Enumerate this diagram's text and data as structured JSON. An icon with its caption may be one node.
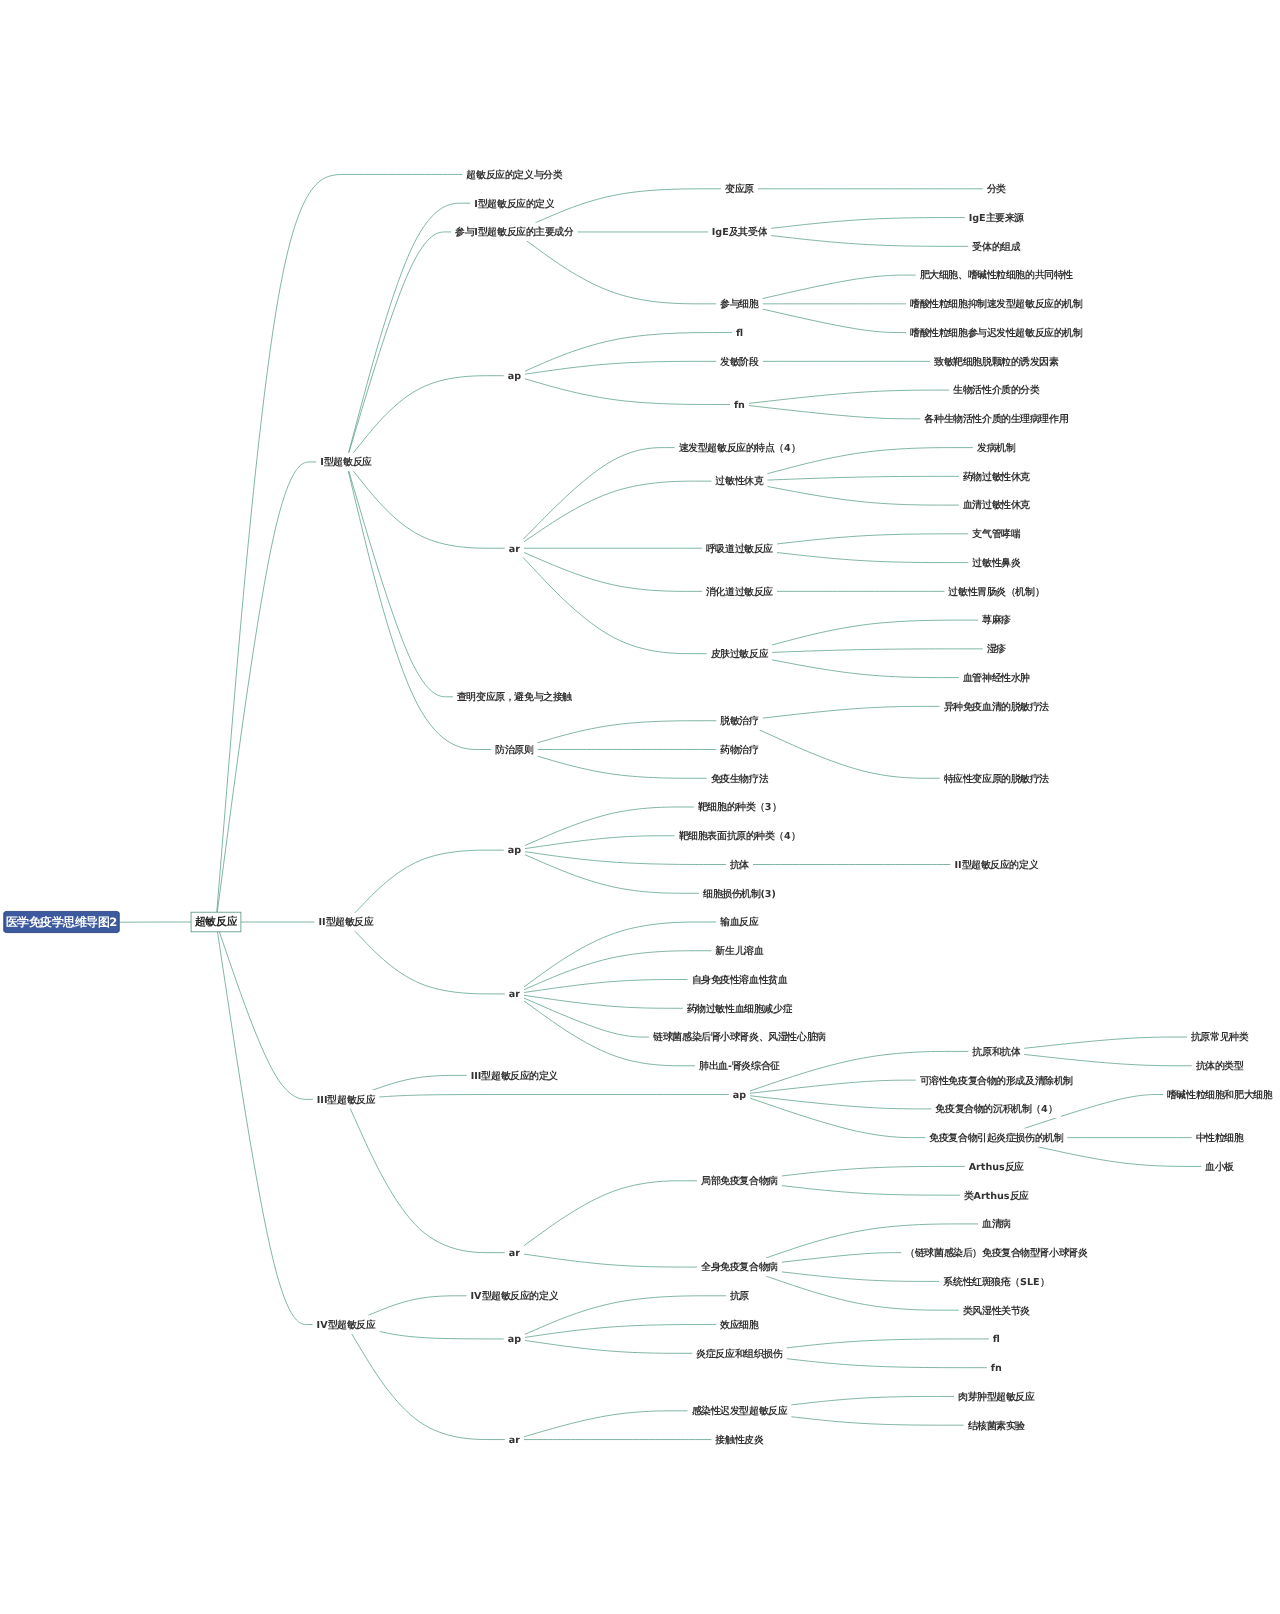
{
  "diagram": {
    "nodes": [
      {
        "text": [
          "医学免疫学思维导图2"
        ]
      },
      {
        "text": [
          "超敏反应"
        ]
      },
      {
        "text": [
          "超敏反应的定义与分类"
        ]
      },
      {
        "text": [
          "I型超敏反应"
        ]
      },
      {
        "text": [
          "I型超敏反应的定义"
        ]
      },
      {
        "text": [
          "参与I型超敏反应的主要成分"
        ]
      },
      {
        "text": [
          "变应原"
        ]
      },
      {
        "text": [
          "分类"
        ]
      },
      {
        "text": [
          "IgE及其受体"
        ]
      },
      {
        "text": [
          "IgE主要来源"
        ]
      },
      {
        "text": [
          "受体的组成"
        ]
      },
      {
        "text": [
          "参与细胞"
        ]
      },
      {
        "text": [
          "肥大细胞、嗜碱性粒细胞的共同特性"
        ]
      },
      {
        "text": [
          "嗜酸性粒细胞抑制速发型超敏反应的机制"
        ]
      },
      {
        "text": [
          "嗜酸性粒细胞参与迟发性超敏反应的机制"
        ]
      },
      {
        "text": [
          "ap"
        ]
      },
      {
        "text": [
          "fl"
        ]
      },
      {
        "text": [
          "发敏阶段"
        ]
      },
      {
        "text": [
          "致敏靶细胞脱颗粒的诱发因素"
        ]
      },
      {
        "text": [
          "fn"
        ]
      },
      {
        "text": [
          "生物活性介质的分类"
        ]
      },
      {
        "text": [
          "各种生物活性介质的生理病理作用"
        ]
      },
      {
        "text": [
          "ar"
        ]
      },
      {
        "text": [
          "速发型超敏反应的特点（4）"
        ]
      },
      {
        "text": [
          "过敏性休克"
        ]
      },
      {
        "text": [
          "发病机制"
        ]
      },
      {
        "text": [
          "药物过敏性休克"
        ]
      },
      {
        "text": [
          "血清过敏性休克"
        ]
      },
      {
        "text": [
          "呼吸道过敏反应"
        ]
      },
      {
        "text": [
          "支气管哮喘"
        ]
      },
      {
        "text": [
          "过敏性鼻炎"
        ]
      },
      {
        "text": [
          "消化道过敏反应"
        ]
      },
      {
        "text": [
          "过敏性胃肠炎（机制）"
        ]
      },
      {
        "text": [
          "皮肤过敏反应"
        ]
      },
      {
        "text": [
          "荨麻疹"
        ]
      },
      {
        "text": [
          "湿疹"
        ]
      },
      {
        "text": [
          "血管神经性水肿"
        ]
      },
      {
        "text": [
          "查明变应原，避免与之接触"
        ]
      },
      {
        "text": [
          "防治原则"
        ]
      },
      {
        "text": [
          "脱敏治疗"
        ]
      },
      {
        "text": [
          "异种免疫血清的脱敏疗法"
        ]
      },
      {
        "text": [
          "特应性变应原的脱敏疗法"
        ]
      },
      {
        "text": [
          "药物治疗"
        ]
      },
      {
        "text": [
          "免疫生物疗法"
        ]
      },
      {
        "text": [
          "II型超敏反应"
        ]
      },
      {
        "text": [
          "ap"
        ]
      },
      {
        "text": [
          "靶细胞的种类（3）"
        ]
      },
      {
        "text": [
          "靶细胞表面抗原的种类（4）"
        ]
      },
      {
        "text": [
          "抗体"
        ]
      },
      {
        "text": [
          "II型超敏反应的定义"
        ]
      },
      {
        "text": [
          "细胞损伤机制(3)"
        ]
      },
      {
        "text": [
          "ar"
        ]
      },
      {
        "text": [
          "输血反应"
        ]
      },
      {
        "text": [
          "新生儿溶血"
        ]
      },
      {
        "text": [
          "自身免疫性溶血性贫血"
        ]
      },
      {
        "text": [
          "药物过敏性血细胞减少症"
        ]
      },
      {
        "text": [
          "链球菌感染后肾小球肾炎、风湿性心脏病"
        ]
      },
      {
        "text": [
          "肺出血-肾炎综合征"
        ]
      },
      {
        "text": [
          "III型超敏反应"
        ]
      },
      {
        "text": [
          "III型超敏反应的定义"
        ]
      },
      {
        "text": [
          "ap"
        ]
      },
      {
        "text": [
          "抗原和抗体"
        ]
      },
      {
        "text": [
          "抗原常见种类"
        ]
      },
      {
        "text": [
          "抗体的类型"
        ]
      },
      {
        "text": [
          "可溶性免疫复合物的形成及清除机制"
        ]
      },
      {
        "text": [
          "免疫复合物的沉积机制（4）"
        ]
      },
      {
        "text": [
          "免疫复合物引起炎症损伤的机制"
        ]
      },
      {
        "text": [
          "嗜碱性粒细胞和肥大细胞"
        ]
      },
      {
        "text": [
          "中性粒细胞"
        ]
      },
      {
        "text": [
          "血小板"
        ]
      },
      {
        "text": [
          "ar"
        ]
      },
      {
        "text": [
          "局部免疫复合物病"
        ]
      },
      {
        "text": [
          "Arthus反应"
        ]
      },
      {
        "text": [
          "类Arthus反应"
        ]
      },
      {
        "text": [
          "全身免疫复合物病"
        ]
      },
      {
        "text": [
          "血清病"
        ]
      },
      {
        "text": [
          "（链球菌感染后）免疫复合物型肾小球肾炎"
        ]
      },
      {
        "text": [
          "系统性红斑狼疮（SLE）"
        ]
      },
      {
        "text": [
          "类风湿性关节炎"
        ]
      },
      {
        "text": [
          "IV型超敏反应"
        ]
      },
      {
        "text": [
          "IV型超敏反应的定义"
        ]
      },
      {
        "text": [
          "ap"
        ]
      },
      {
        "text": [
          "抗原"
        ]
      },
      {
        "text": [
          "效应细胞"
        ]
      },
      {
        "text": [
          "炎症反应和组织损伤"
        ]
      },
      {
        "text": [
          "fl"
        ]
      },
      {
        "text": [
          "fn"
        ]
      },
      {
        "text": [
          "ar"
        ]
      },
      {
        "text": [
          "感染性迟发型超敏反应"
        ]
      },
      {
        "text": [
          "肉芽肿型超敏反应"
        ]
      },
      {
        "text": [
          "结核菌素实验"
        ]
      },
      {
        "text": [
          "接触性皮炎"
        ]
      }
    ],
    "edges": [
      {
        "from": 0,
        "to": 1,
        "arrow": "none"
      },
      {
        "from": 1,
        "to": 2,
        "arrow": "none"
      },
      {
        "from": 1,
        "to": 3,
        "arrow": "none"
      },
      {
        "from": 3,
        "to": 4,
        "arrow": "none"
      },
      {
        "from": 3,
        "to": 5,
        "arrow": "none"
      },
      {
        "from": 5,
        "to": 6,
        "arrow": "none"
      },
      {
        "from": 6,
        "to": 7,
        "arrow": "none"
      },
      {
        "from": 5,
        "to": 8,
        "arrow": "none"
      },
      {
        "from": 8,
        "to": 9,
        "arrow": "none"
      },
      {
        "from": 8,
        "to": 10,
        "arrow": "none"
      },
      {
        "from": 5,
        "to": 11,
        "arrow": "none"
      },
      {
        "from": 11,
        "to": 12,
        "arrow": "none"
      },
      {
        "from": 11,
        "to": 13,
        "arrow": "none"
      },
      {
        "from": 11,
        "to": 14,
        "arrow": "none"
      },
      {
        "from": 3,
        "to": 15,
        "arrow": "none"
      },
      {
        "from": 15,
        "to": 16,
        "arrow": "none"
      },
      {
        "from": 15,
        "to": 17,
        "arrow": "none"
      },
      {
        "from": 17,
        "to": 18,
        "arrow": "none"
      },
      {
        "from": 15,
        "to": 19,
        "arrow": "none"
      },
      {
        "from": 19,
        "to": 20,
        "arrow": "none"
      },
      {
        "from": 19,
        "to": 21,
        "arrow": "none"
      },
      {
        "from": 3,
        "to": 22,
        "arrow": "none"
      },
      {
        "from": 22,
        "to": 23,
        "arrow": "none"
      },
      {
        "from": 22,
        "to": 24,
        "arrow": "none"
      },
      {
        "from": 24,
        "to": 25,
        "arrow": "none"
      },
      {
        "from": 24,
        "to": 26,
        "arrow": "none"
      },
      {
        "from": 24,
        "to": 27,
        "arrow": "none"
      },
      {
        "from": 22,
        "to": 28,
        "arrow": "none"
      },
      {
        "from": 28,
        "to": 29,
        "arrow": "none"
      },
      {
        "from": 28,
        "to": 30,
        "arrow": "none"
      },
      {
        "from": 22,
        "to": 31,
        "arrow": "none"
      },
      {
        "from": 31,
        "to": 32,
        "arrow": "none"
      },
      {
        "from": 22,
        "to": 33,
        "arrow": "none"
      },
      {
        "from": 33,
        "to": 34,
        "arrow": "none"
      },
      {
        "from": 33,
        "to": 35,
        "arrow": "none"
      },
      {
        "from": 33,
        "to": 36,
        "arrow": "none"
      },
      {
        "from": 3,
        "to": 37,
        "arrow": "none"
      },
      {
        "from": 3,
        "to": 38,
        "arrow": "none"
      },
      {
        "from": 38,
        "to": 39,
        "arrow": "none"
      },
      {
        "from": 39,
        "to": 40,
        "arrow": "none"
      },
      {
        "from": 39,
        "to": 41,
        "arrow": "none"
      },
      {
        "from": 38,
        "to": 42,
        "arrow": "none"
      },
      {
        "from": 38,
        "to": 43,
        "arrow": "none"
      },
      {
        "from": 1,
        "to": 44,
        "arrow": "none"
      },
      {
        "from": 44,
        "to": 45,
        "arrow": "none"
      },
      {
        "from": 45,
        "to": 46,
        "arrow": "none"
      },
      {
        "from": 45,
        "to": 47,
        "arrow": "none"
      },
      {
        "from": 45,
        "to": 48,
        "arrow": "none"
      },
      {
        "from": 48,
        "to": 49,
        "arrow": "none"
      },
      {
        "from": 45,
        "to": 50,
        "arrow": "none"
      },
      {
        "from": 44,
        "to": 51,
        "arrow": "none"
      },
      {
        "from": 51,
        "to": 52,
        "arrow": "none"
      },
      {
        "from": 51,
        "to": 53,
        "arrow": "none"
      },
      {
        "from": 51,
        "to": 54,
        "arrow": "none"
      },
      {
        "from": 51,
        "to": 55,
        "arrow": "none"
      },
      {
        "from": 51,
        "to": 56,
        "arrow": "none"
      },
      {
        "from": 51,
        "to": 57,
        "arrow": "none"
      },
      {
        "from": 1,
        "to": 58,
        "arrow": "none"
      },
      {
        "from": 58,
        "to": 59,
        "arrow": "none"
      },
      {
        "from": 58,
        "to": 60,
        "arrow": "none"
      },
      {
        "from": 60,
        "to": 61,
        "arrow": "none"
      },
      {
        "from": 61,
        "to": 62,
        "arrow": "none"
      },
      {
        "from": 61,
        "to": 63,
        "arrow": "none"
      },
      {
        "from": 60,
        "to": 64,
        "arrow": "none"
      },
      {
        "from": 60,
        "to": 65,
        "arrow": "none"
      },
      {
        "from": 60,
        "to": 66,
        "arrow": "none"
      },
      {
        "from": 66,
        "to": 67,
        "arrow": "none"
      },
      {
        "from": 66,
        "to": 68,
        "arrow": "none"
      },
      {
        "from": 66,
        "to": 69,
        "arrow": "none"
      },
      {
        "from": 58,
        "to": 70,
        "arrow": "none"
      },
      {
        "from": 70,
        "to": 71,
        "arrow": "none"
      },
      {
        "from": 71,
        "to": 72,
        "arrow": "none"
      },
      {
        "from": 71,
        "to": 73,
        "arrow": "none"
      },
      {
        "from": 70,
        "to": 74,
        "arrow": "none"
      },
      {
        "from": 74,
        "to": 75,
        "arrow": "none"
      },
      {
        "from": 74,
        "to": 76,
        "arrow": "none"
      },
      {
        "from": 74,
        "to": 77,
        "arrow": "none"
      },
      {
        "from": 74,
        "to": 78,
        "arrow": "none"
      },
      {
        "from": 1,
        "to": 79,
        "arrow": "none"
      },
      {
        "from": 79,
        "to": 80,
        "arrow": "none"
      },
      {
        "from": 79,
        "to": 81,
        "arrow": "none"
      },
      {
        "from": 81,
        "to": 82,
        "arrow": "none"
      },
      {
        "from": 81,
        "to": 83,
        "arrow": "none"
      },
      {
        "from": 81,
        "to": 84,
        "arrow": "none"
      },
      {
        "from": 84,
        "to": 85,
        "arrow": "none"
      },
      {
        "from": 84,
        "to": 86,
        "arrow": "none"
      },
      {
        "from": 79,
        "to": 87,
        "arrow": "none"
      },
      {
        "from": 87,
        "to": 88,
        "arrow": "none"
      },
      {
        "from": 88,
        "to": 89,
        "arrow": "none"
      },
      {
        "from": 88,
        "to": 90,
        "arrow": "none"
      },
      {
        "from": 87,
        "to": 91,
        "arrow": "none"
      }
    ]
  }
}
